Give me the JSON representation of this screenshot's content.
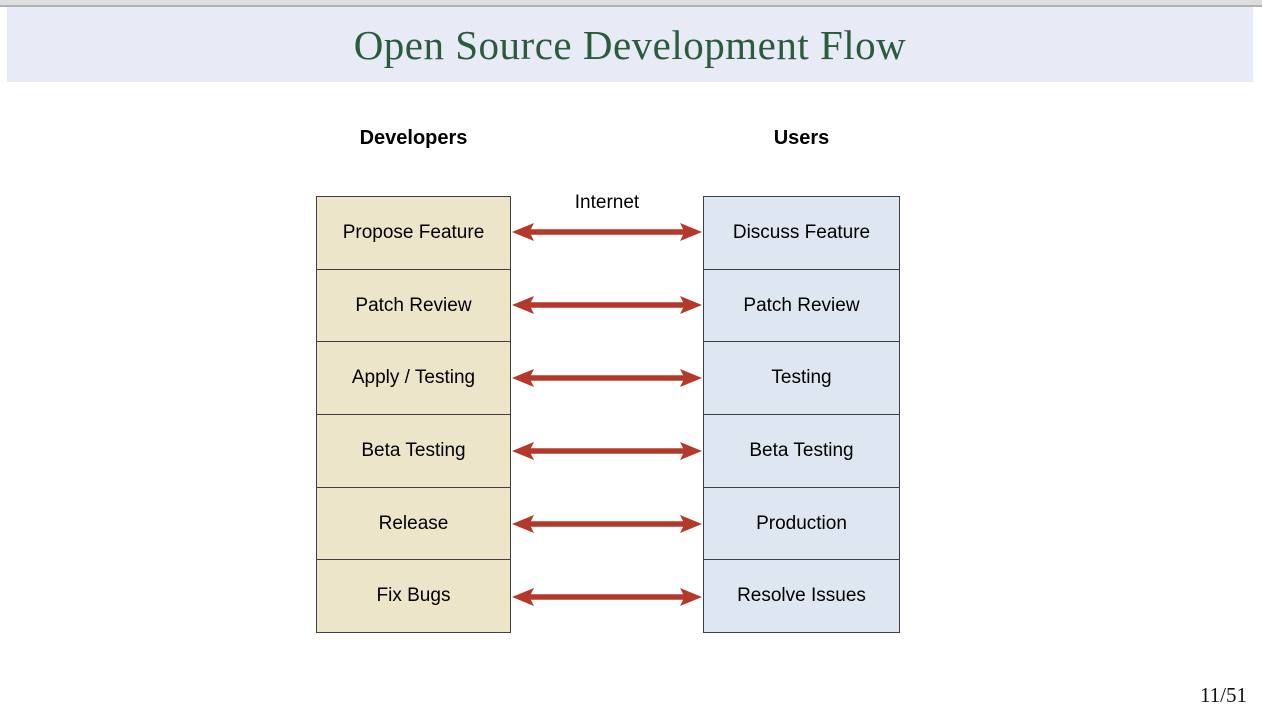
{
  "slide": {
    "title": "Open Source Development Flow",
    "page_number": "11/51"
  },
  "diagram": {
    "left_header": "Developers",
    "right_header": "Users",
    "connection_label": "Internet",
    "rows": [
      {
        "developer": "Propose Feature",
        "user": "Discuss Feature"
      },
      {
        "developer": "Patch Review",
        "user": "Patch Review"
      },
      {
        "developer": "Apply / Testing",
        "user": "Testing"
      },
      {
        "developer": "Beta Testing",
        "user": "Beta Testing"
      },
      {
        "developer": "Release",
        "user": "Production"
      },
      {
        "developer": "Fix Bugs",
        "user": "Resolve Issues"
      }
    ],
    "colors": {
      "header_bar_bg": "#e8eaf6",
      "title_text": "#2b5b3e",
      "developer_box_fill": "#ece5c9",
      "user_box_fill": "#dde6f1",
      "box_border": "#3f3f3f",
      "arrow": "#b5392b"
    }
  }
}
